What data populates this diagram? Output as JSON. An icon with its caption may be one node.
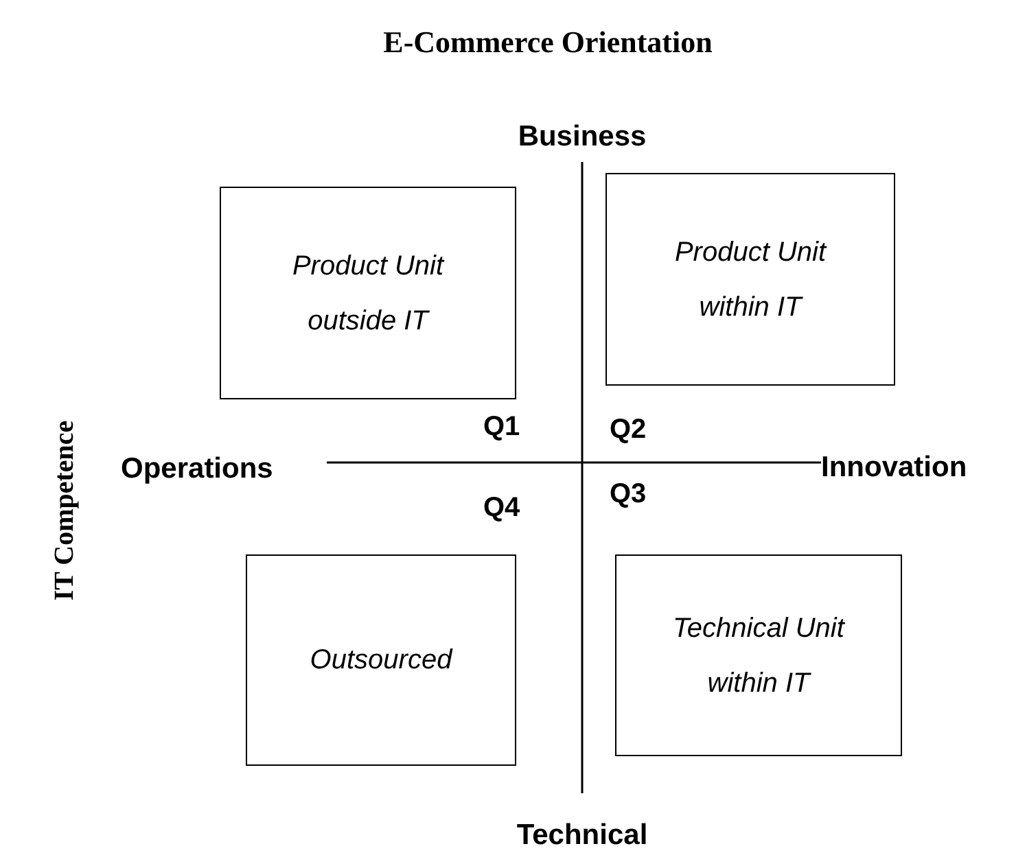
{
  "diagram": {
    "title": "E-Commerce Orientation",
    "nodes": [
      {
        "text": [
          "Product Unit outside IT"
        ]
      },
      {
        "text": [
          "Product Unit within IT"
        ]
      },
      {
        "text": [
          "Outsourced"
        ]
      },
      {
        "text": [
          "Technical Unit within IT"
        ]
      }
    ],
    "labels": [
      "Business",
      "Q1",
      "Q2",
      "Operations",
      "Innovation",
      "Q4",
      "Q3",
      "IT Competence",
      "Technical"
    ]
  }
}
